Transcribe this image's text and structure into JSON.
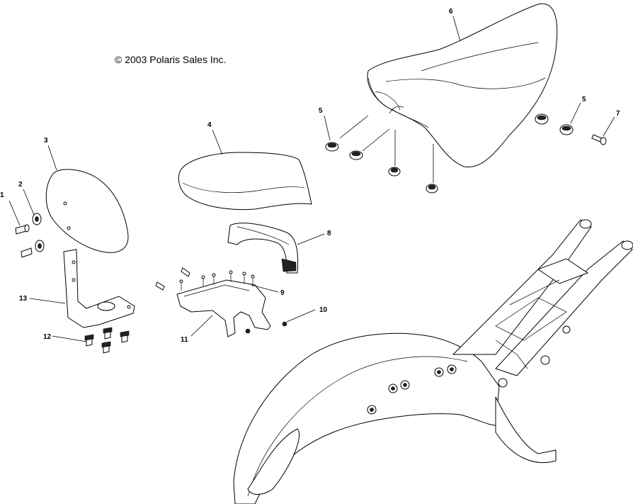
{
  "copyright": "© 2003 Polaris Sales Inc.",
  "callouts": [
    {
      "id": "1",
      "text": "1"
    },
    {
      "id": "2",
      "text": "2"
    },
    {
      "id": "3",
      "text": "3"
    },
    {
      "id": "4",
      "text": "4"
    },
    {
      "id": "5a",
      "text": "5"
    },
    {
      "id": "5b",
      "text": "5"
    },
    {
      "id": "6",
      "text": "6"
    },
    {
      "id": "7",
      "text": "7"
    },
    {
      "id": "8",
      "text": "8"
    },
    {
      "id": "9",
      "text": "9"
    },
    {
      "id": "10",
      "text": "10"
    },
    {
      "id": "11",
      "text": "11"
    },
    {
      "id": "12",
      "text": "12"
    },
    {
      "id": "13",
      "text": "13"
    }
  ]
}
